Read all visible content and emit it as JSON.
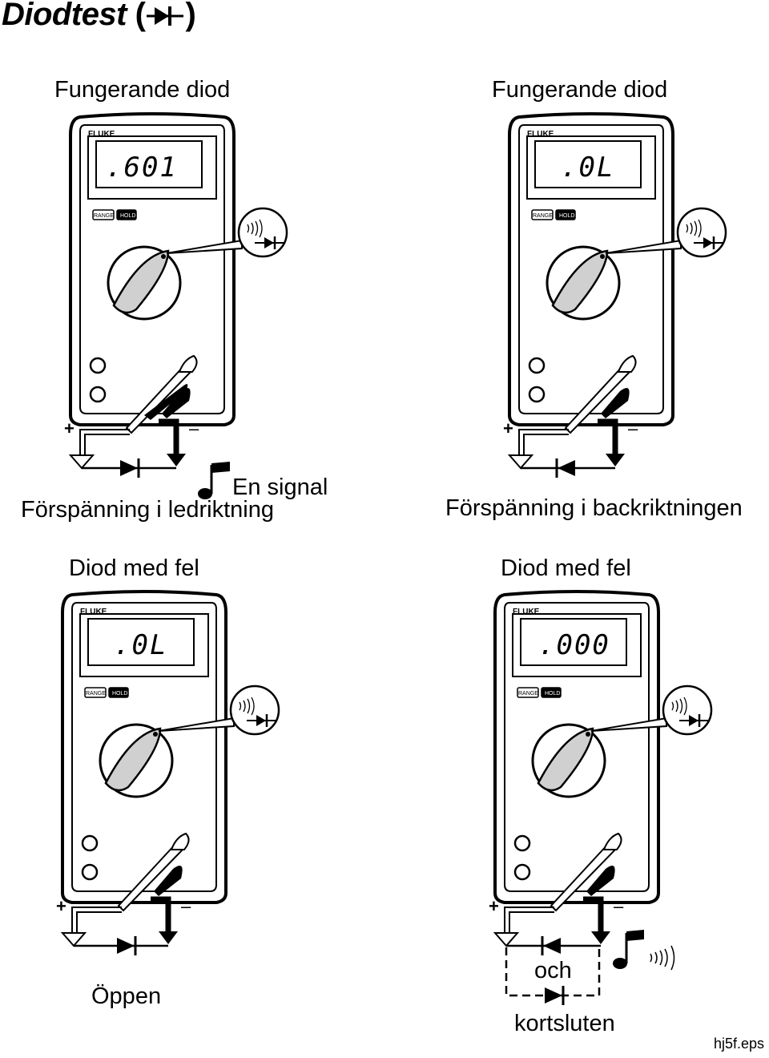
{
  "page": {
    "title": "Diodtest",
    "title_paren_open": "(",
    "title_paren_close": ")",
    "diode_symbol": "diode-symbol-icon",
    "footer": "hj5f.eps"
  },
  "panels": [
    {
      "heading": "Fungerande diod",
      "brand": "FLUKE",
      "display": ".601",
      "range_label": "RANGE",
      "hold_label": "HOLD",
      "plus": "+",
      "minus": "–",
      "caption": "Förspänning i ledriktning",
      "extra": "En signal"
    },
    {
      "heading": "Fungerande diod",
      "brand": "FLUKE",
      "display": ".0L",
      "range_label": "RANGE",
      "hold_label": "HOLD",
      "plus": "+",
      "minus": "–",
      "caption": "Förspänning i backriktningen"
    },
    {
      "heading": "Diod med fel",
      "brand": "FLUKE",
      "display": ".0L",
      "range_label": "RANGE",
      "hold_label": "HOLD",
      "plus": "+",
      "minus": "–",
      "caption": "Öppen"
    },
    {
      "heading": "Diod med fel",
      "brand": "FLUKE",
      "display": ".000",
      "range_label": "RANGE",
      "hold_label": "HOLD",
      "plus": "+",
      "minus": "–",
      "caption_top": "och",
      "caption": "kortsluten"
    }
  ],
  "icons": {
    "note": "music-note-icon",
    "beep": "beeper-sound-icon",
    "diode": "diode-symbol-icon"
  }
}
